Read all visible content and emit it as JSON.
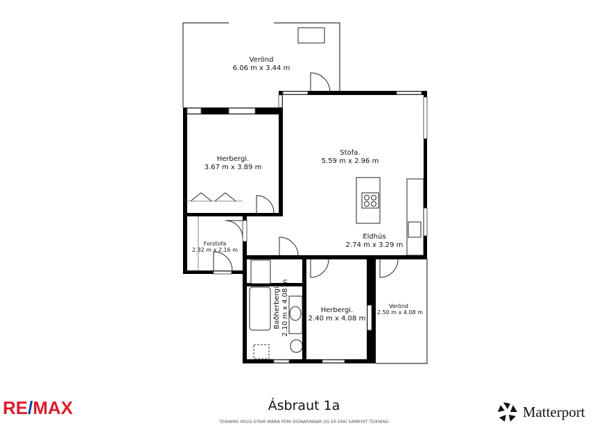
{
  "title": "Ásbraut 1a",
  "note": "TEIKNING ÞESSI SÝNIR INNRA RÝMI EIGNARINNAR OG ER EKKI SAMÞYKT TEIKNING",
  "logos": {
    "left": "RE/MAX",
    "right": "Matterport"
  },
  "colors": {
    "remax_red": "#dc1c2e",
    "remax_blue": "#003da5",
    "walls": "#000000"
  },
  "rooms": [
    {
      "name": "Verönd",
      "size": "6.06 m x 3.44 m"
    },
    {
      "name": "Herbergi.",
      "size": "3.67 m x 3.89 m"
    },
    {
      "name": "Stofa.",
      "size": "5.59 m x 2.96 m"
    },
    {
      "name": "Forstofa",
      "size": "2.32 m x 2.16 m"
    },
    {
      "name": "Eldhús",
      "size": "2.74 m x 3.29 m"
    },
    {
      "name": "Baðherbergi",
      "size": "2.10 m x 4.08 m"
    },
    {
      "name": "Herbergi.",
      "size": "2.40 m x 4.08 m"
    },
    {
      "name": "Verönd",
      "size": "2.50 m x 4.08 m"
    }
  ]
}
